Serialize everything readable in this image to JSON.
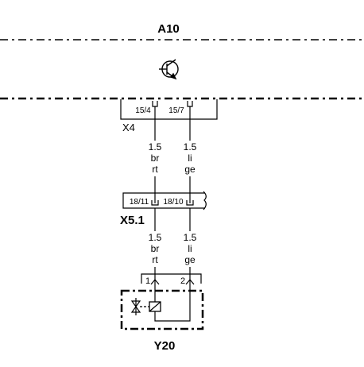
{
  "module": {
    "id": "A10"
  },
  "connector_x4": {
    "id": "X4",
    "pins": [
      "15/4",
      "15/7"
    ]
  },
  "connector_x51": {
    "id": "X5.1",
    "pins": [
      "18/11",
      "18/10"
    ]
  },
  "wires_upper": [
    {
      "size": "1.5",
      "color1": "br",
      "color2": "rt"
    },
    {
      "size": "1.5",
      "color1": "li",
      "color2": "ge"
    }
  ],
  "wires_lower": [
    {
      "size": "1.5",
      "color1": "br",
      "color2": "rt"
    },
    {
      "size": "1.5",
      "color1": "li",
      "color2": "ge"
    }
  ],
  "component_y20": {
    "id": "Y20",
    "pins": [
      "1",
      "2"
    ]
  }
}
